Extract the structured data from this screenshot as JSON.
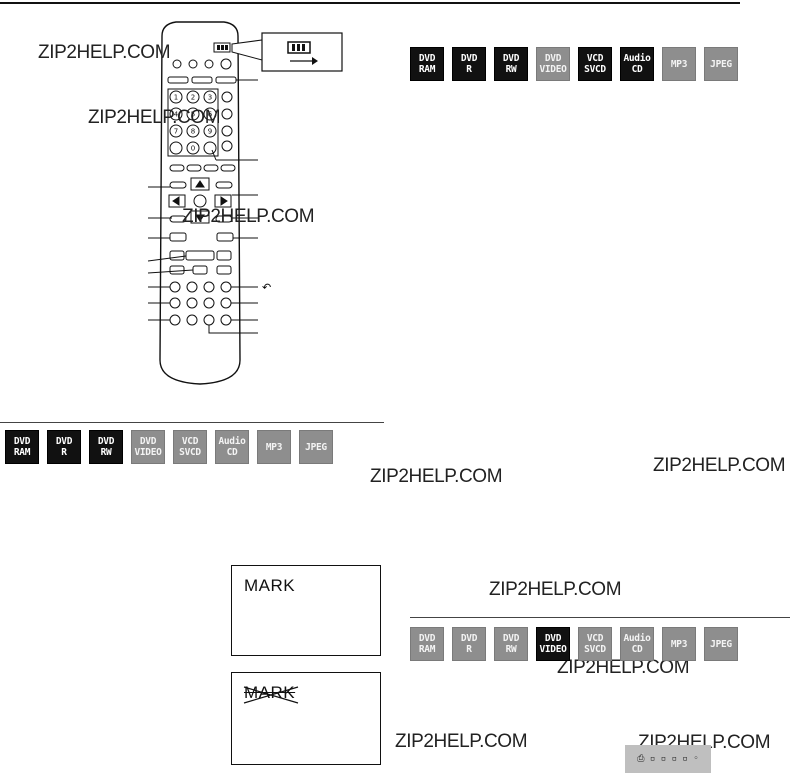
{
  "watermark_text": "ZIP2HELP.COM",
  "badges_top": [
    {
      "line1": "DVD",
      "line2": "RAM",
      "state": "on"
    },
    {
      "line1": "DVD",
      "line2": "R",
      "state": "on"
    },
    {
      "line1": "DVD",
      "line2": "RW",
      "state": "on"
    },
    {
      "line1": "DVD",
      "line2": "VIDEO",
      "state": "off"
    },
    {
      "line1": "VCD",
      "line2": "SVCD",
      "state": "on"
    },
    {
      "line1": "Audio",
      "line2": "CD",
      "state": "on"
    },
    {
      "line1": "MP3",
      "line2": "",
      "state": "off"
    },
    {
      "line1": "JPEG",
      "line2": "",
      "state": "off"
    }
  ],
  "badges_left": [
    {
      "line1": "DVD",
      "line2": "RAM",
      "state": "on"
    },
    {
      "line1": "DVD",
      "line2": "R",
      "state": "on"
    },
    {
      "line1": "DVD",
      "line2": "RW",
      "state": "on"
    },
    {
      "line1": "DVD",
      "line2": "VIDEO",
      "state": "off"
    },
    {
      "line1": "VCD",
      "line2": "SVCD",
      "state": "off"
    },
    {
      "line1": "Audio",
      "line2": "CD",
      "state": "off"
    },
    {
      "line1": "MP3",
      "line2": "",
      "state": "off"
    },
    {
      "line1": "JPEG",
      "line2": "",
      "state": "off"
    }
  ],
  "badges_right": [
    {
      "line1": "DVD",
      "line2": "RAM",
      "state": "off"
    },
    {
      "line1": "DVD",
      "line2": "R",
      "state": "off"
    },
    {
      "line1": "DVD",
      "line2": "RW",
      "state": "off"
    },
    {
      "line1": "DVD",
      "line2": "VIDEO",
      "state": "on"
    },
    {
      "line1": "VCD",
      "line2": "SVCD",
      "state": "off"
    },
    {
      "line1": "Audio",
      "line2": "CD",
      "state": "off"
    },
    {
      "line1": "MP3",
      "line2": "",
      "state": "off"
    },
    {
      "line1": "JPEG",
      "line2": "",
      "state": "off"
    }
  ],
  "osd_1": {
    "text": "MARK"
  },
  "osd_2": {
    "text": "MARK"
  },
  "remote": {
    "keypad": [
      "1",
      "2",
      "3",
      "4",
      "5",
      "6",
      "7",
      "8",
      "9",
      "",
      "0",
      ""
    ]
  },
  "stamp_text": "⎙ ▫ ▫ ▫ ▫ ◦"
}
